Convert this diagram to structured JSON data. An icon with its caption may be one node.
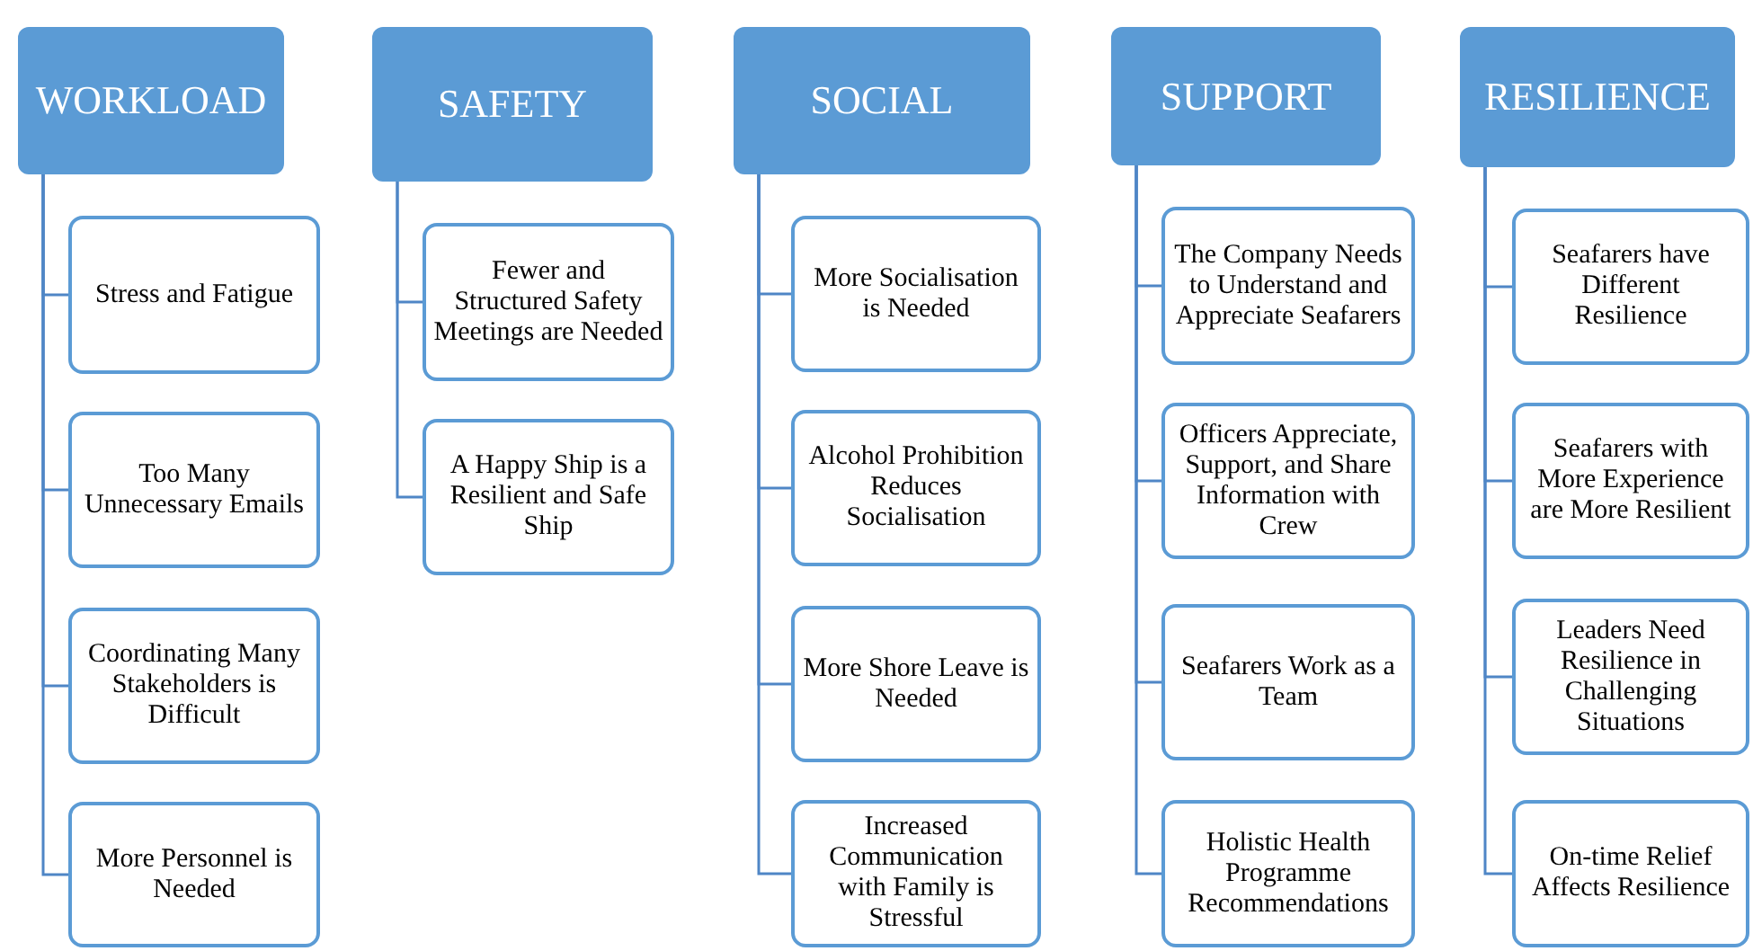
{
  "diagram": {
    "nodes": [
      {
        "text": [
          "WORKLOAD"
        ]
      },
      {
        "text": [
          "Stress and Fatigue"
        ]
      },
      {
        "text": [
          "Too Many Unnecessary Emails"
        ]
      },
      {
        "text": [
          "Coordinating Many Stakeholders is Difficult"
        ]
      },
      {
        "text": [
          "More Personnel is Needed"
        ]
      },
      {
        "text": [
          "SAFETY"
        ]
      },
      {
        "text": [
          "Fewer and Structured Safety Meetings are Needed"
        ]
      },
      {
        "text": [
          "A Happy Ship is a Resilient and Safe Ship"
        ]
      },
      {
        "text": [
          "SOCIAL"
        ]
      },
      {
        "text": [
          "More Socialisation is Needed"
        ]
      },
      {
        "text": [
          "Alcohol Prohibition Reduces Socialisation"
        ]
      },
      {
        "text": [
          "More Shore Leave is Needed"
        ]
      },
      {
        "text": [
          "Increased Communication with Family is Stressful"
        ]
      },
      {
        "text": [
          "SUPPORT"
        ]
      },
      {
        "text": [
          "The Company Needs to Understand and Appreciate Seafarers"
        ]
      },
      {
        "text": [
          "Officers Appreciate, Support, and Share Information with Crew"
        ]
      },
      {
        "text": [
          "Seafarers Work as a Team"
        ]
      },
      {
        "text": [
          "Holistic Health Programme Recommendations"
        ]
      },
      {
        "text": [
          "RESILIENCE"
        ]
      },
      {
        "text": [
          "Seafarers have Different Resilience"
        ]
      },
      {
        "text": [
          "Seafarers with More Experience are More Resilient"
        ]
      },
      {
        "text": [
          "Leaders Need Resilience in Challenging Situations"
        ]
      },
      {
        "text": [
          "On-time Relief Affects Resilience"
        ]
      }
    ],
    "edges": [
      {
        "from": 0,
        "to": 1,
        "arrow": "none"
      },
      {
        "from": 0,
        "to": 2,
        "arrow": "none"
      },
      {
        "from": 0,
        "to": 3,
        "arrow": "none"
      },
      {
        "from": 0,
        "to": 4,
        "arrow": "none"
      },
      {
        "from": 5,
        "to": 6,
        "arrow": "none"
      },
      {
        "from": 5,
        "to": 7,
        "arrow": "none"
      },
      {
        "from": 8,
        "to": 9,
        "arrow": "none"
      },
      {
        "from": 8,
        "to": 10,
        "arrow": "none"
      },
      {
        "from": 8,
        "to": 11,
        "arrow": "none"
      },
      {
        "from": 8,
        "to": 12,
        "arrow": "none"
      },
      {
        "from": 13,
        "to": 14,
        "arrow": "none"
      },
      {
        "from": 13,
        "to": 15,
        "arrow": "none"
      },
      {
        "from": 13,
        "to": 16,
        "arrow": "none"
      },
      {
        "from": 13,
        "to": 17,
        "arrow": "none"
      },
      {
        "from": 18,
        "to": 19,
        "arrow": "none"
      },
      {
        "from": 18,
        "to": 20,
        "arrow": "none"
      },
      {
        "from": 18,
        "to": 21,
        "arrow": "none"
      },
      {
        "from": 18,
        "to": 22,
        "arrow": "none"
      }
    ]
  }
}
